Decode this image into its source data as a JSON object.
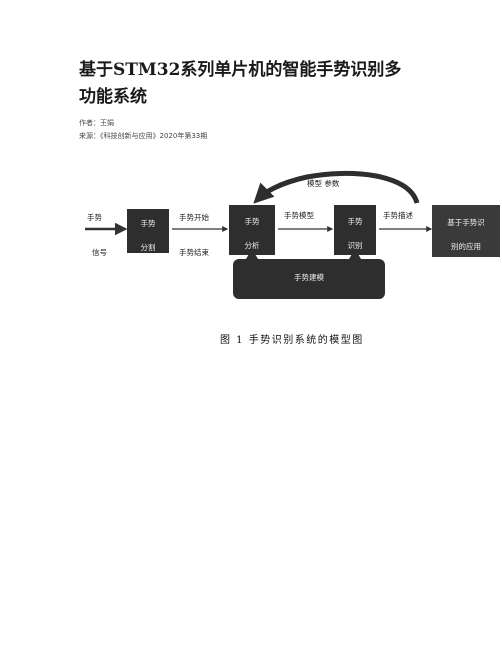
{
  "title": {
    "line1": "基于STM32系列单片机的智能手势识别多",
    "line2": "功能系统"
  },
  "meta": {
    "author": "作者：王娟",
    "source": "来源：《科技创新与应用》2020年第33期"
  },
  "figure": {
    "caption": "图 1  手势识别系统的模型图",
    "labels": {
      "input_top": "手势",
      "input_bottom": "信号",
      "box1_line1": "手势",
      "box1_line2": "分割",
      "arrow1_top": "手势开始",
      "arrow1_bottom": "手势结束",
      "box2_line1": "手势",
      "box2_line2": "分析",
      "arrow2_top": "手势模型",
      "box3_line1": "手势",
      "box3_line2": "识别",
      "arrow3_top": "手势描述",
      "box4_line1": "基于手势识",
      "box4_line2": "别的应用",
      "feedback": "模型 参数",
      "modeling": "手势建模"
    },
    "colors": {
      "box_dark": "#2e2e2e",
      "box_mid": "#3a3a3a",
      "arrow": "#333333"
    }
  }
}
